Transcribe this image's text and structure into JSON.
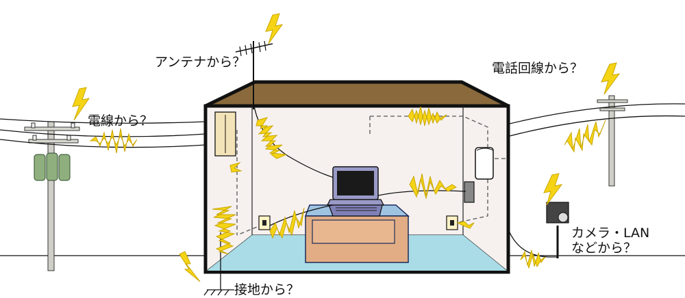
{
  "labels": {
    "antenna": "アンテナから？",
    "power_line": "電線から？",
    "phone_line": "電話回線から？",
    "camera_lan_line1": "カメラ・LAN",
    "camera_lan_line2": "などから？",
    "ground": "接地から？"
  },
  "colors": {
    "surge": "#f5d416",
    "surge_outline": "#c9a600",
    "roof": "#8a6a3c",
    "floor": "#a9dce6",
    "room_wall": "#f6f1ef",
    "outline": "#111111",
    "desk_top": "#9ec4e2",
    "desk_body": "#e2ad84",
    "laptop": "#9a9ac8",
    "pole": "#c9c9c3",
    "lightning": "#f5d416"
  }
}
